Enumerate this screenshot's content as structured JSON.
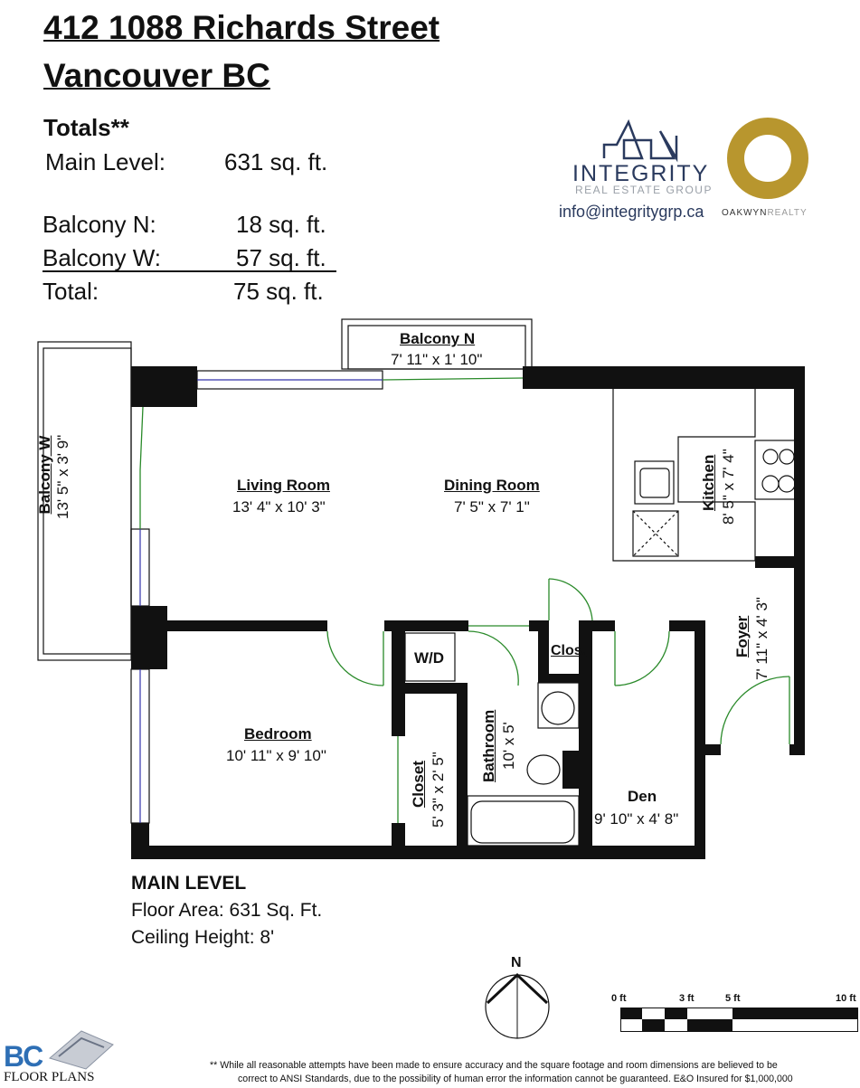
{
  "header": {
    "line1": "412  1088 Richards Street",
    "line2": "Vancouver BC"
  },
  "totals": {
    "heading": "Totals**",
    "main_label": "Main Level:",
    "main_value": "631 sq. ft.",
    "balcony_n_label": "Balcony N:",
    "balcony_n_value": "18 sq. ft.",
    "balcony_w_label": "Balcony W:",
    "balcony_w_value": "57 sq. ft.",
    "total_label": "Total:",
    "total_value": "75 sq. ft."
  },
  "branding": {
    "integrity_name": "INTEGRITY",
    "integrity_sub": "REAL ESTATE GROUP",
    "email": "info@integritygrp.ca",
    "oakwyn_a": "OAKWYN",
    "oakwyn_b": "REALTY",
    "brand_color": "#2a3a5e",
    "gold": "#b8962e",
    "bc_logo_a": "BC",
    "bc_logo_b": "FLOOR PLANS"
  },
  "rooms": {
    "balcony_n": {
      "name": "Balcony N",
      "dim": "7' 11\" x 1' 10\""
    },
    "balcony_w": {
      "name": "Balcony W",
      "dim": "13' 5\" x 3' 9\""
    },
    "living": {
      "name": "Living Room",
      "dim": "13' 4\" x 10' 3\""
    },
    "dining": {
      "name": "Dining Room",
      "dim": "7' 5\" x 7' 1\""
    },
    "kitchen": {
      "name": "Kitchen",
      "dim": "8' 5\" x 7' 4\""
    },
    "foyer": {
      "name": "Foyer",
      "dim": "7' 11\" x 4' 3\""
    },
    "wd": {
      "name": "W/D"
    },
    "clos": {
      "name": "Clos."
    },
    "bathroom": {
      "name": "Bathroom",
      "dim": "10' x 5'"
    },
    "closet": {
      "name": "Closet",
      "dim": "5' 3\" x 2' 5\""
    },
    "bedroom": {
      "name": "Bedroom",
      "dim": "10' 11\" x 9' 10\""
    },
    "den": {
      "name": "Den",
      "dim": "9' 10\" x 4' 8\""
    }
  },
  "level": {
    "name": "MAIN LEVEL",
    "area": "Floor Area: 631 Sq. Ft.",
    "ceiling": "Ceiling Height: 8'"
  },
  "compass": {
    "label": "N"
  },
  "scale": {
    "t0": "0 ft",
    "t3": "3 ft",
    "t5": "5 ft",
    "t10": "10 ft"
  },
  "disclaimer": {
    "line1": "** While all reasonable attempts have been made to ensure accuracy and the square footage and room dimensions are believed to be",
    "line2": "correct to ANSI Standards, due to the possibility of human error the information cannot be guaranteed. E&O Insured for $1,000,000"
  }
}
